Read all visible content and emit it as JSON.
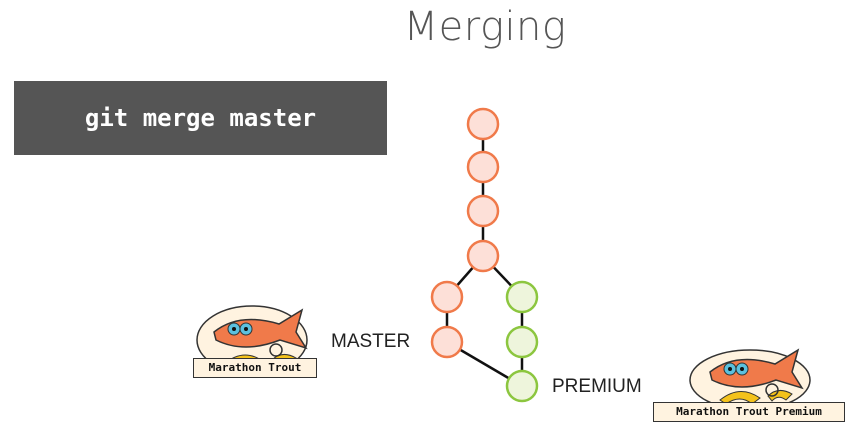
{
  "title": "Merging",
  "command": "git merge master",
  "branches": {
    "master_label": "MASTER",
    "premium_label": "PREMIUM"
  },
  "logos": {
    "master_caption": "Marathon Trout",
    "premium_caption": "Marathon Trout Premium"
  },
  "colors": {
    "master_fill": "#fde0d8",
    "master_stroke": "#f07a4a",
    "premium_fill": "#eef5dc",
    "premium_stroke": "#8cc63f",
    "command_bg": "#555555"
  }
}
